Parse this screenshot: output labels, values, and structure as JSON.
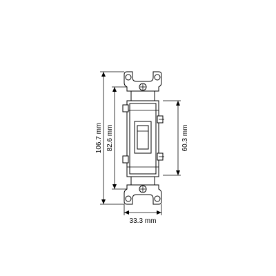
{
  "diagram": {
    "dimensions": {
      "overall_height": "106.7 mm",
      "strap_height": "82.6 mm",
      "body_height": "60.3 mm",
      "width": "33.3 mm"
    },
    "colors": {
      "line": "#000000",
      "background": "#ffffff"
    }
  }
}
